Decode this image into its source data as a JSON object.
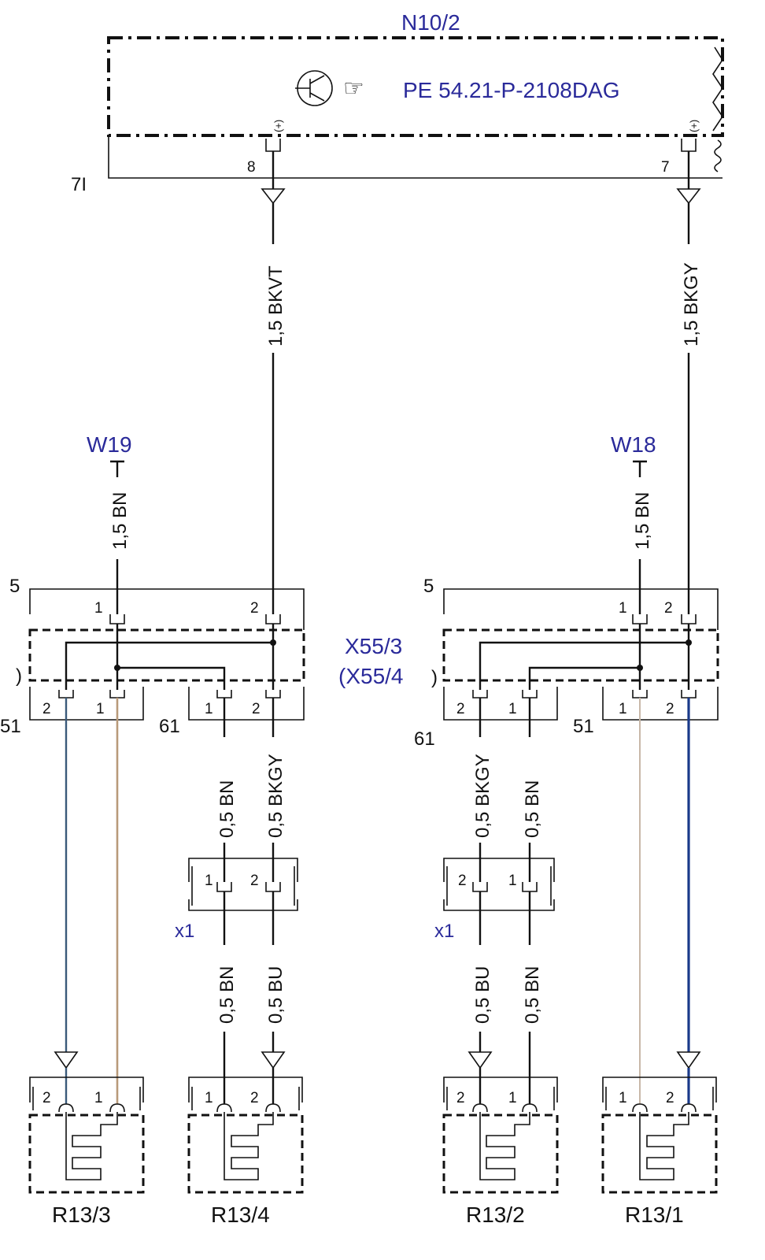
{
  "module": {
    "id": "N10/2",
    "reference": "PE 54.21-P-2108DAG",
    "ground_label": "7I",
    "pins": [
      "8",
      "7"
    ],
    "polarity": "(+)"
  },
  "wires": {
    "left_main": "1,5 BKVT",
    "right_main": "1,5 BKGY",
    "left_ground": "1,5 BN",
    "right_ground": "1,5 BN"
  },
  "grounds": {
    "left": "W19",
    "right": "W18"
  },
  "connector": {
    "name_line1": "X55/3",
    "name_line2": "(X55/4",
    "bracket": ")"
  },
  "left_block": {
    "top_pin_count": "5",
    "top_pins": [
      "1",
      "2"
    ],
    "bottom_left_number": "51",
    "bottom_left_pins": [
      "2",
      "1"
    ],
    "bottom_right_number": "61",
    "bottom_right_pins": [
      "1",
      "2"
    ],
    "edge_mark": ")"
  },
  "right_block": {
    "top_pin_count": "5",
    "top_pins": [
      "1",
      "2"
    ],
    "bottom_left_number": "61",
    "bottom_left_pins": [
      "2",
      "1"
    ],
    "bottom_right_number": "51",
    "bottom_right_pins": [
      "1",
      "2"
    ]
  },
  "mid_wires": {
    "left_bn": "0,5 BN",
    "left_bkgy": "0,5 BKGY",
    "right_bkgy": "0,5 BKGY",
    "right_bn": "0,5 BN"
  },
  "x1_left": {
    "label": "x1",
    "pins": [
      "1",
      "2"
    ]
  },
  "x1_right": {
    "label": "x1",
    "pins": [
      "2",
      "1"
    ]
  },
  "lower_wires": {
    "left_bn": "0,5 BN",
    "left_bu": "0,5 BU",
    "right_bu": "0,5 BU",
    "right_bn": "0,5 BN"
  },
  "heaters": [
    {
      "name": "R13/3",
      "pins": [
        "2",
        "1"
      ]
    },
    {
      "name": "R13/4",
      "pins": [
        "1",
        "2"
      ]
    },
    {
      "name": "R13/2",
      "pins": [
        "2",
        "1"
      ]
    },
    {
      "name": "R13/1",
      "pins": [
        "1",
        "2"
      ]
    }
  ],
  "colors": {
    "brown_wire": "#b89a7a",
    "blue_wire": "#3a5a7a",
    "dark_blue_wire": "#1a3a8a",
    "beige_wire": "#c8b8a8",
    "label_blue": "#2a2a9a"
  }
}
